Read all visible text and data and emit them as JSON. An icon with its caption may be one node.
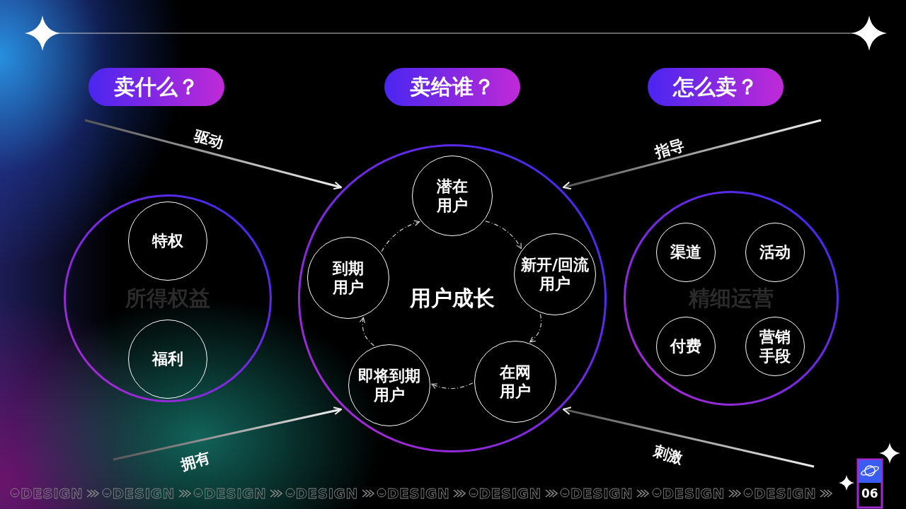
{
  "diagram": {
    "nodes": [
      {
        "text": [
          "卖什么？"
        ]
      },
      {
        "text": [
          "卖给谁？"
        ]
      },
      {
        "text": [
          "怎么卖？"
        ]
      },
      {
        "text": [
          "所得权益"
        ]
      },
      {
        "text": [
          "特权"
        ],
        "in": 3
      },
      {
        "text": [
          "福利"
        ],
        "in": 3
      },
      {
        "text": [
          "用户成长"
        ]
      },
      {
        "text": [
          "潜在用户"
        ],
        "in": 6
      },
      {
        "text": [
          "新开/回流用户"
        ],
        "in": 6
      },
      {
        "text": [
          "在网用户"
        ],
        "in": 6
      },
      {
        "text": [
          "即将到期用户"
        ],
        "in": 6
      },
      {
        "text": [
          "到期用户"
        ],
        "in": 6
      },
      {
        "text": [
          "精细运营"
        ]
      },
      {
        "text": [
          "渠道"
        ],
        "in": 12
      },
      {
        "text": [
          "活动"
        ],
        "in": 12
      },
      {
        "text": [
          "付费"
        ],
        "in": 12
      },
      {
        "text": [
          "营销手段"
        ],
        "in": 12
      }
    ],
    "edges": [
      {
        "from": null,
        "to": 6,
        "arrow": "to",
        "label": "驱动"
      },
      {
        "from": null,
        "to": 6,
        "arrow": "to",
        "label": "指导"
      },
      {
        "from": null,
        "to": 6,
        "arrow": "to",
        "label": "拥有"
      },
      {
        "from": null,
        "to": 6,
        "arrow": "to",
        "label": "刺激"
      },
      {
        "from": 7,
        "to": 8,
        "arrow": "to",
        "style": "dashed"
      },
      {
        "from": 8,
        "to": 9,
        "arrow": "to",
        "style": "dashed"
      },
      {
        "from": 9,
        "to": 10,
        "arrow": "to",
        "style": "dashed"
      },
      {
        "from": 10,
        "to": 11,
        "arrow": "to",
        "style": "dashed"
      },
      {
        "from": 11,
        "to": 7,
        "arrow": "to",
        "style": "dashed"
      }
    ],
    "labels": [
      "DESIGN",
      "DESIGN",
      "DESIGN",
      "DESIGN",
      "DESIGN",
      "DESIGN",
      "DESIGN",
      "DESIGN",
      "DESIGN",
      "06"
    ]
  }
}
